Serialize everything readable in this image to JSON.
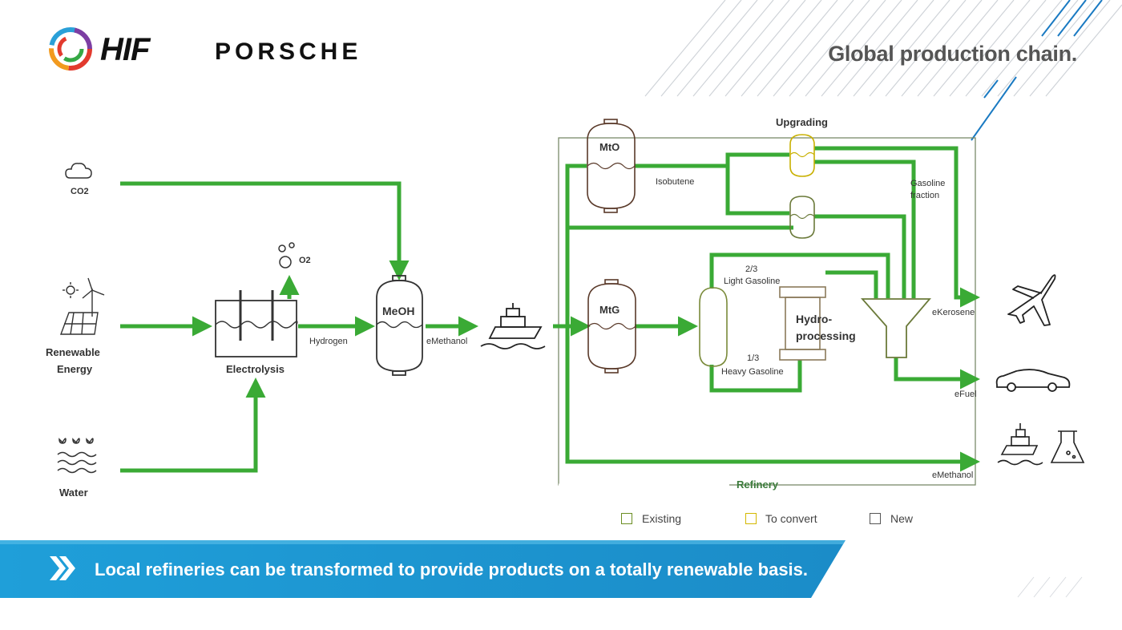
{
  "header": {
    "brand_hif": "HIF",
    "brand_porsche": "PORSCHE",
    "title": "Global production chain."
  },
  "inputs": {
    "co2": "CO2",
    "renewable_energy_line1": "Renewable",
    "renewable_energy_line2": "Energy",
    "water": "Water",
    "o2": "O2"
  },
  "process": {
    "electrolysis": "Electrolysis",
    "hydrogen": "Hydrogen",
    "meoh": "MeOH",
    "emethanol": "eMethanol"
  },
  "refinery": {
    "mto": "MtO",
    "isobutene": "Isobutene",
    "upgrading": "Upgrading",
    "gasoline_fraction_line1": "Gasoline",
    "gasoline_fraction_line2": "fraction",
    "mtg": "MtG",
    "light_fraction": "2/3",
    "light_gasoline": "Light Gasoline",
    "heavy_fraction": "1/3",
    "heavy_gasoline": "Heavy Gasoline",
    "hydro_line1": "Hydro-",
    "hydro_line2": "processing",
    "label": "Refinery"
  },
  "outputs": {
    "ekerosene": "eKerosene",
    "efuel": "eFuel",
    "emethanol": "eMethanol"
  },
  "legend": {
    "existing": "Existing",
    "to_convert": "To convert",
    "new": "New"
  },
  "colors": {
    "flow_green": "#3aaa35",
    "existing": "#6b8e23",
    "to_convert": "#d4b800",
    "new": "#555555",
    "banner_blue": "#1a9ad6"
  },
  "banner": {
    "text": "Local refineries can be transformed to provide products on a totally renewable basis."
  }
}
